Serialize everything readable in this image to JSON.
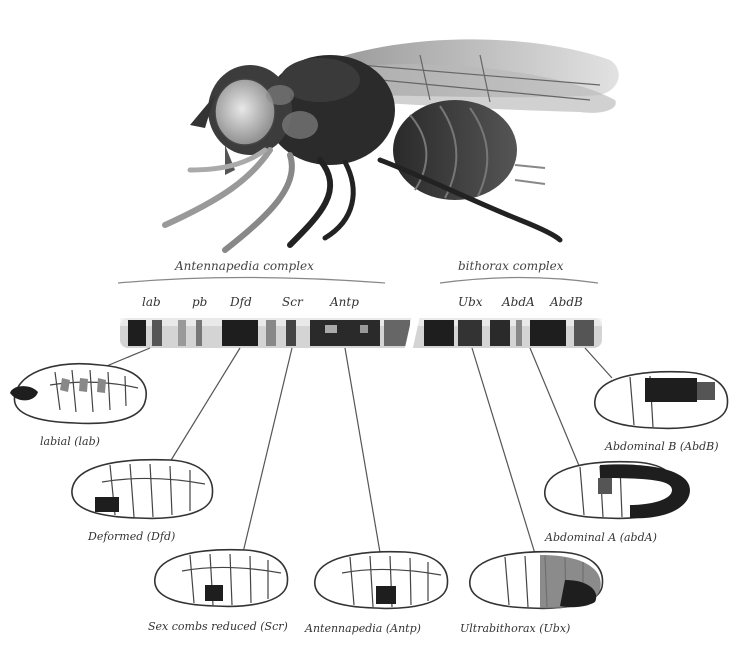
{
  "complexes": {
    "antennapedia": "Antennapedia complex",
    "bithorax": "bithorax complex"
  },
  "genes": {
    "lab": "lab",
    "pb": "pb",
    "dfd": "Dfd",
    "scr": "Scr",
    "antp": "Antp",
    "ubx": "Ubx",
    "abda": "AbdA",
    "abdb": "AbdB"
  },
  "embryos": {
    "labial": "labial (lab)",
    "deformed": "Deformed (Dfd)",
    "sex_combs": "Sex combs reduced (Scr)",
    "antennapedia": "Antennapedia (Antp)",
    "ultrabithorax": "Ultrabithorax (Ubx)",
    "abd_a": "Abdominal A (abdA)",
    "abd_b": "Abdominal B (AbdB)"
  },
  "colors": {
    "ink": "#1e1e1e",
    "grey": "#8a8a8a",
    "light": "#cfcfcf",
    "paper": "#ffffff"
  }
}
